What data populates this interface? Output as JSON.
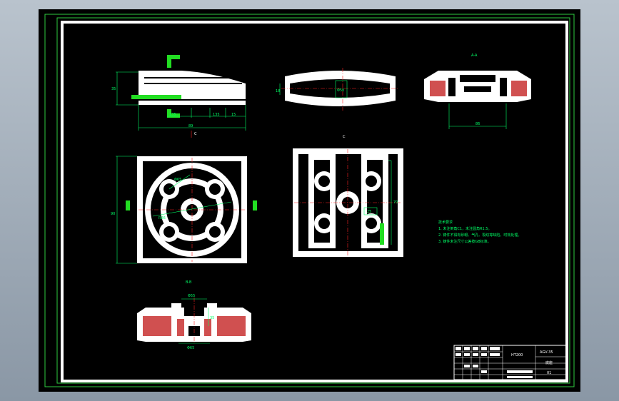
{
  "colors": {
    "background": "#000000",
    "border": "#ffffff",
    "frame": "#2ecc40",
    "dimension": "#00ff66",
    "centerline": "#ff2020",
    "hatch": "#d05050"
  },
  "views": {
    "section_a_title": "A-A",
    "section_b_title": "B-B",
    "view_mark": "C"
  },
  "dimensions": {
    "front_height": "35",
    "front_seg_1": "135",
    "front_seg_2": "135",
    "front_seg_3": "15",
    "front_total": "89",
    "top_side_height": "18",
    "top_center": "Φ50",
    "section_a_width": "86",
    "plan_height": "90",
    "plan_diameter": "Φ65",
    "plan_radius": "R26",
    "right_height": "70",
    "right_width": "25",
    "section_b_top": "Φ55",
    "section_b_side": "35",
    "section_b_bottom": "Φ65"
  },
  "notes": {
    "heading": "技术要求",
    "line1": "1. 未注倒角C1，未注圆角R1.5。",
    "line2": "2. 铸件不得有砂眼、气孔、裂纹等缺陷，时效处理。",
    "line3": "3. 铸件未注尺寸公差按GB标准。"
  },
  "title_block": {
    "drawing_number": "AGV-35",
    "part_name": "底座",
    "material": "HT200",
    "sheet": "01"
  }
}
